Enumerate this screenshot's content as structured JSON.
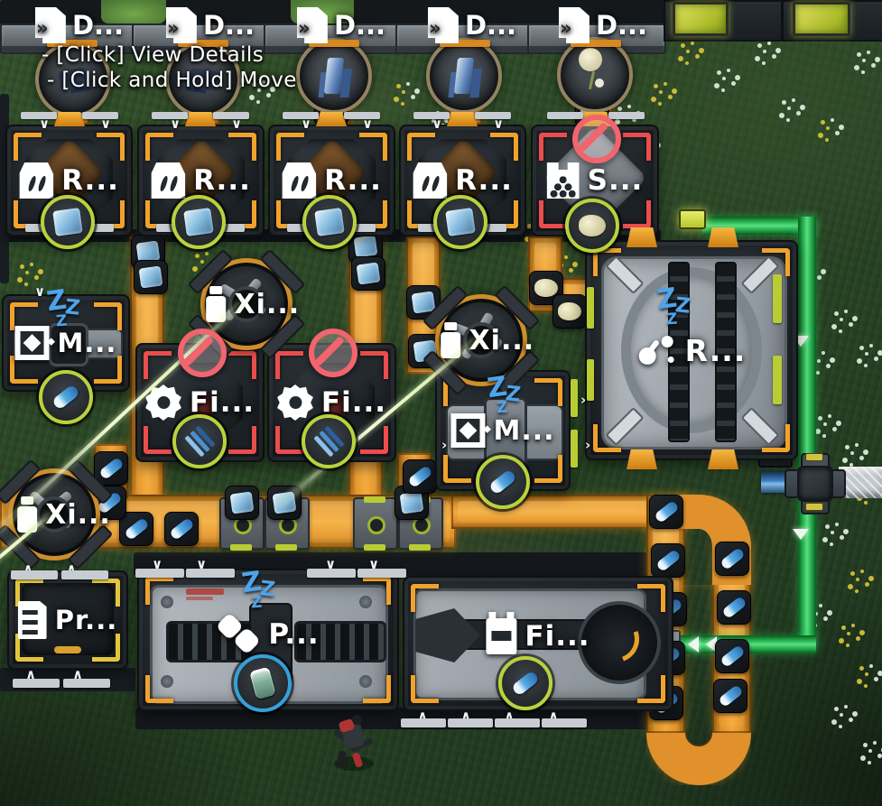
{
  "tooltip": {
    "lines": [
      "- [Click] View Details",
      "- [Click and Hold] Move"
    ]
  },
  "machines": [
    {
      "id": "drill-1",
      "label": "D...",
      "icon": "document-drill-icon",
      "status": "active"
    },
    {
      "id": "drill-2",
      "label": "D...",
      "icon": "document-drill-icon",
      "status": "active"
    },
    {
      "id": "drill-3",
      "label": "D...",
      "icon": "document-drill-icon",
      "status": "active"
    },
    {
      "id": "drill-4",
      "label": "D...",
      "icon": "document-drill-icon",
      "status": "active"
    },
    {
      "id": "drill-5",
      "label": "D...",
      "icon": "document-drill-icon",
      "status": "active"
    },
    {
      "id": "refiner-1",
      "label": "R...",
      "icon": "furnace-icon",
      "status": "active",
      "badge_item": "ice-ore",
      "badge_ring": "#b9d23c"
    },
    {
      "id": "refiner-2",
      "label": "R...",
      "icon": "furnace-icon",
      "status": "active",
      "badge_item": "ice-ore",
      "badge_ring": "#b9d23c"
    },
    {
      "id": "refiner-3",
      "label": "R...",
      "icon": "furnace-icon",
      "status": "active",
      "badge_item": "ice-ore",
      "badge_ring": "#b9d23c"
    },
    {
      "id": "refiner-4",
      "label": "R...",
      "icon": "furnace-icon",
      "status": "active",
      "badge_item": "ice-ore",
      "badge_ring": "#b9d23c"
    },
    {
      "id": "storage-silo",
      "label": "S...",
      "icon": "silo-icon",
      "status": "disabled",
      "badge_item": "plant-sample",
      "badge_ring": "#b9d23c"
    },
    {
      "id": "molder-1",
      "label": "M...",
      "icon": "molder-icon",
      "status": "idle",
      "badge_item": "blue-capsule",
      "badge_ring": "#b9d23c"
    },
    {
      "id": "fitter-1",
      "label": "Fi...",
      "icon": "gear-icon",
      "status": "disabled",
      "badge_item": "blue-components",
      "badge_ring": "#b9d23c"
    },
    {
      "id": "fitter-2",
      "label": "Fi...",
      "icon": "gear-icon",
      "status": "disabled",
      "badge_item": "blue-components",
      "badge_ring": "#b9d23c"
    },
    {
      "id": "extractor-1",
      "label": "Xi...",
      "icon": "vial-icon",
      "status": "active"
    },
    {
      "id": "extractor-2",
      "label": "Xi...",
      "icon": "vial-icon",
      "status": "active"
    },
    {
      "id": "molder-2",
      "label": "M...",
      "icon": "molder-icon",
      "status": "idle",
      "badge_item": "blue-capsule",
      "badge_ring": "#b9d23c"
    },
    {
      "id": "refiner-large",
      "label": "R...",
      "icon": "molecule-icon",
      "status": "idle"
    },
    {
      "id": "extractor-3",
      "label": "Xi...",
      "icon": "vial-icon",
      "status": "active"
    },
    {
      "id": "printer",
      "label": "Pr...",
      "icon": "printer-icon",
      "status": "active"
    },
    {
      "id": "press",
      "label": "P...",
      "icon": "press-icon",
      "status": "idle",
      "badge_item": "green-canister",
      "badge_ring": "#35a0d8"
    },
    {
      "id": "filler",
      "label": "Fi...",
      "icon": "filler-icon",
      "status": "active",
      "badge_item": "blue-capsule",
      "badge_ring": "#b9d23c"
    }
  ],
  "nodes": [
    {
      "id": "node-1",
      "item": "dark-ore"
    },
    {
      "id": "node-2",
      "item": "dark-ore"
    },
    {
      "id": "node-3",
      "item": "blue-crystal"
    },
    {
      "id": "node-4",
      "item": "blue-crystal"
    },
    {
      "id": "node-5",
      "item": "wild-plant"
    }
  ],
  "conveyor": {
    "item_types": [
      "ice-ore",
      "blue-capsule",
      "plant-sample"
    ],
    "belt_color": "#e0912c"
  },
  "pipes": {
    "green": "#2ec45a",
    "white": "#c6cdd2",
    "blue": "#4a86c2"
  },
  "status_colors": {
    "idle_zzz": "#4fa3e8",
    "disabled": "#f2646e",
    "output_ring": "#b9d23c",
    "special_ring": "#35a0d8"
  }
}
